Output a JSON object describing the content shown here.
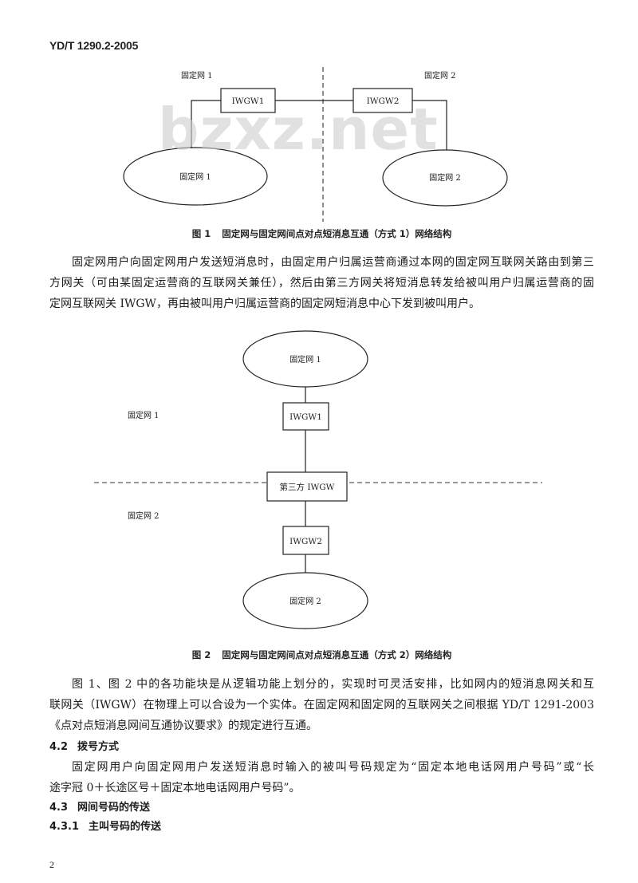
{
  "header": {
    "standard_code": "YD/T 1290.2-2005"
  },
  "watermark": "bzxz.net",
  "figure1": {
    "region_label_left": "固定网 1",
    "region_label_right": "固定网 2",
    "gateway_left": "IWGW1",
    "gateway_right": "IWGW2",
    "network_left": "固定网 1",
    "network_right": "固定网 2",
    "caption": {
      "number": "图 1",
      "title": "固定网与固定网间点对点短消息互通（方式 1）网络结构"
    }
  },
  "paragraph1": {
    "lines": [
      "固定网用户向固定网用户发送短消息时，由固定用户归属运营商通过本网的固定网互联网关路由到第三",
      "方网关（可由某固定运营商的互联网关兼任），然后由第三方网关将短消息转发给被叫用户归属运营商的固",
      "定网互联网关 IWGW，再由被叫用户归属运营商的固定网短消息中心下发到被叫用户。"
    ]
  },
  "figure2": {
    "network_top": "固定网 1",
    "gateway_top": "IWGW1",
    "third_party_gateway": "第三方 IWGW",
    "gateway_bottom": "IWGW2",
    "network_bottom": "固定网 2",
    "side_label_top": "固定网 1",
    "side_label_bottom": "固定网 2",
    "caption": {
      "number": "图 2",
      "title": "固定网与固定网间点对点短消息互通（方式 2）网络结构"
    }
  },
  "paragraph2": {
    "lines": [
      "图 1、图 2 中的各功能块是从逻辑功能上划分的，实现时可灵活安排，比如网内的短消息网关和互",
      "联网关（IWGW）在物理上可以合设为一个实体。在固定网和固定网的互联网关之间根据 YD/T 1291-2003",
      "《点对点短消息网间互通协议要求》的规定进行互通。"
    ]
  },
  "section_4_2": {
    "number": "4.2",
    "title": "拨号方式"
  },
  "paragraph3": {
    "lines": [
      "固定网用户向固定网用户发送短消息时输入的被叫号码规定为“固定本地电话网用户号码”或“长",
      "途字冠 0＋长途区号＋固定本地电话网用户号码”。"
    ]
  },
  "section_4_3": {
    "number": "4.3",
    "title": "网间号码的传送"
  },
  "section_4_3_1": {
    "number": "4.3.1",
    "title": "主叫号码的传送"
  },
  "page_number": "2"
}
